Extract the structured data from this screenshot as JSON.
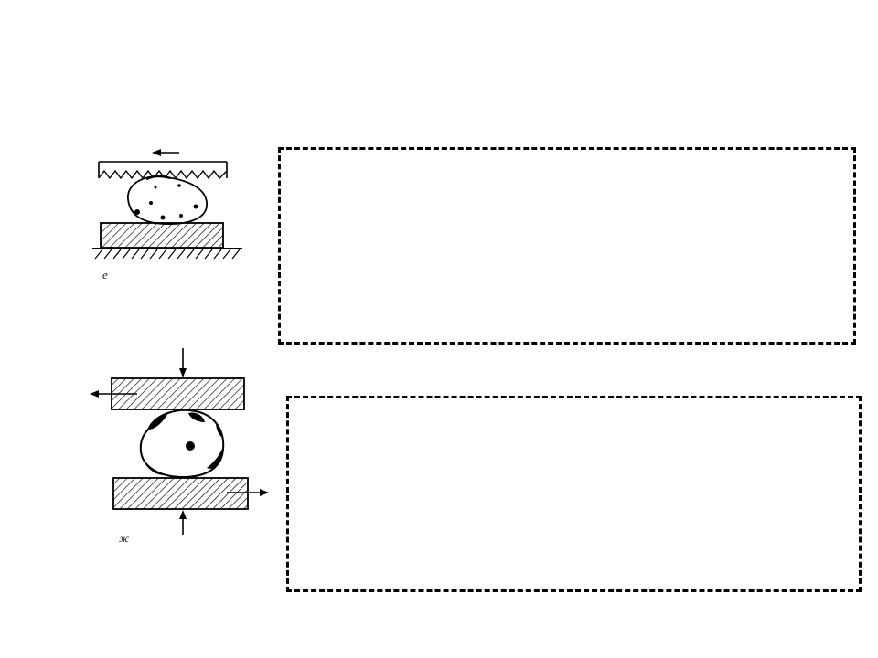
{
  "diagram": {
    "figures": [
      {
        "id": "figure-e",
        "label": "e",
        "description_icon": "grinding-surface-icon"
      },
      {
        "id": "figure-zh",
        "label": "ж",
        "description_icon": "shear-plates-icon"
      }
    ],
    "answer_boxes": [
      {
        "id": "answer-box-1",
        "text": ""
      },
      {
        "id": "answer-box-2",
        "text": ""
      }
    ],
    "colors": {
      "ink": "#000000",
      "background": "#ffffff"
    }
  }
}
